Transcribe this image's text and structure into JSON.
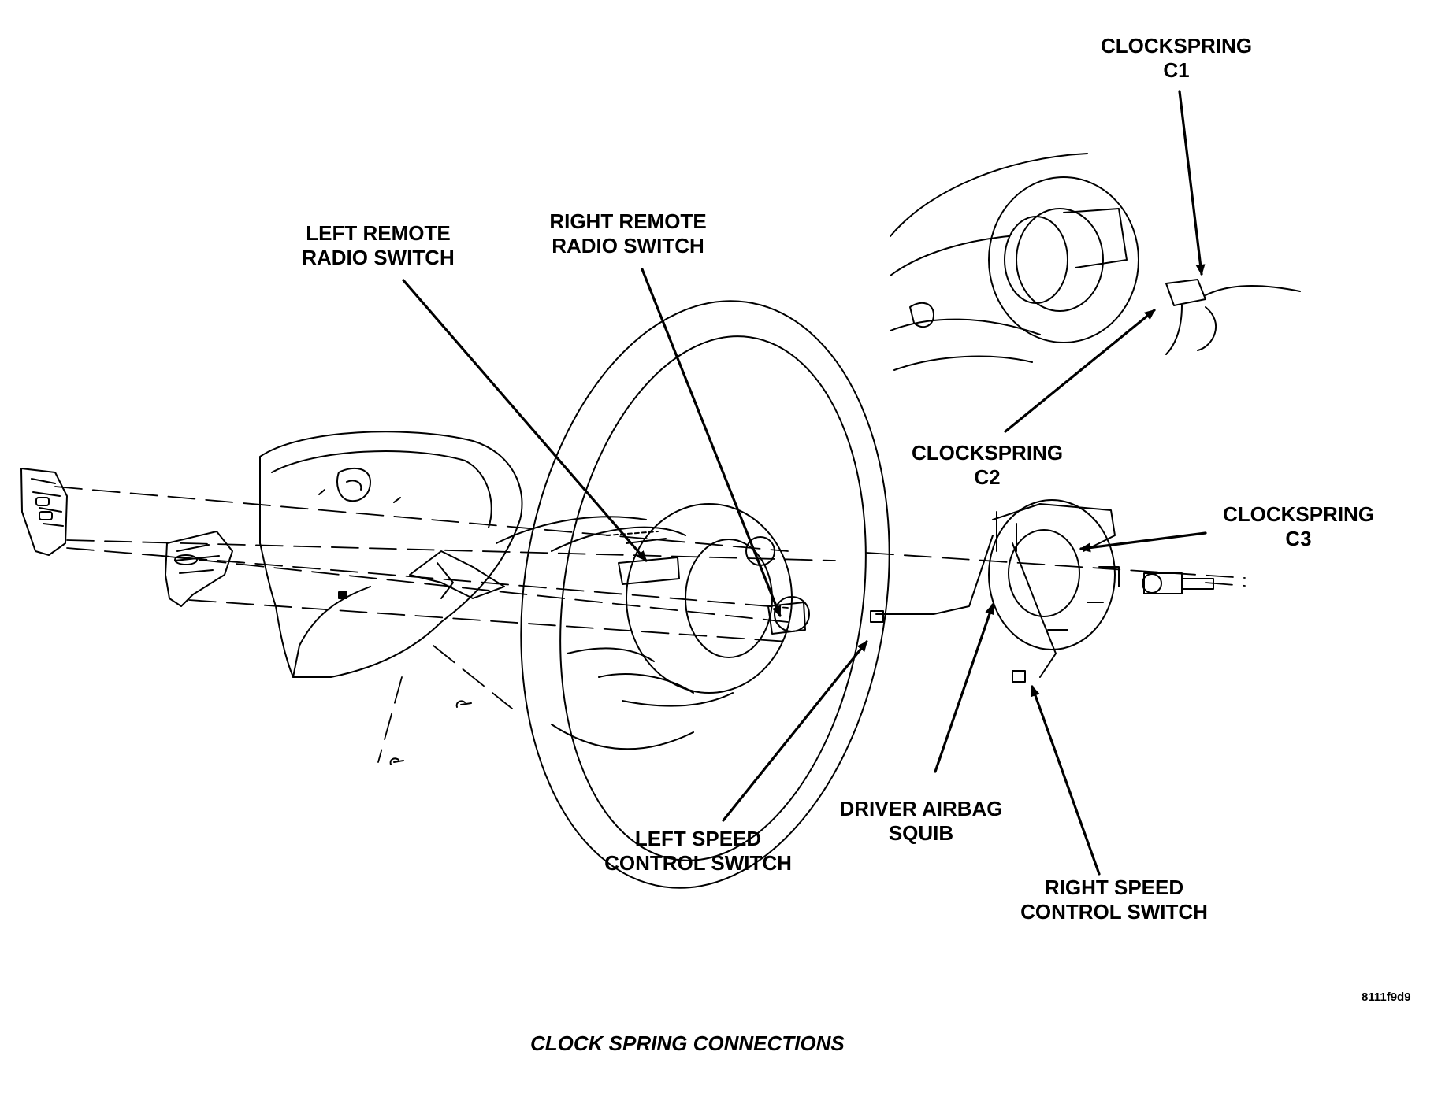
{
  "labels": {
    "left_remote_radio_switch": [
      "LEFT REMOTE",
      "RADIO SWITCH"
    ],
    "right_remote_radio_switch": [
      "RIGHT REMOTE",
      "RADIO SWITCH"
    ],
    "clockspring_c1": [
      "CLOCKSPRING",
      "C1"
    ],
    "clockspring_c2": [
      "CLOCKSPRING",
      "C2"
    ],
    "clockspring_c3": [
      "CLOCKSPRING",
      "C3"
    ],
    "left_speed_control_switch": [
      "LEFT SPEED",
      "CONTROL SWITCH"
    ],
    "driver_airbag_squib": [
      "DRIVER AIRBAG",
      "SQUIB"
    ],
    "right_speed_control_switch": [
      "RIGHT SPEED",
      "CONTROL SWITCH"
    ]
  },
  "figure_code": "8111f9d9",
  "caption": "CLOCK SPRING CONNECTIONS",
  "colors": {
    "ink": "#000000",
    "paper": "#ffffff"
  }
}
